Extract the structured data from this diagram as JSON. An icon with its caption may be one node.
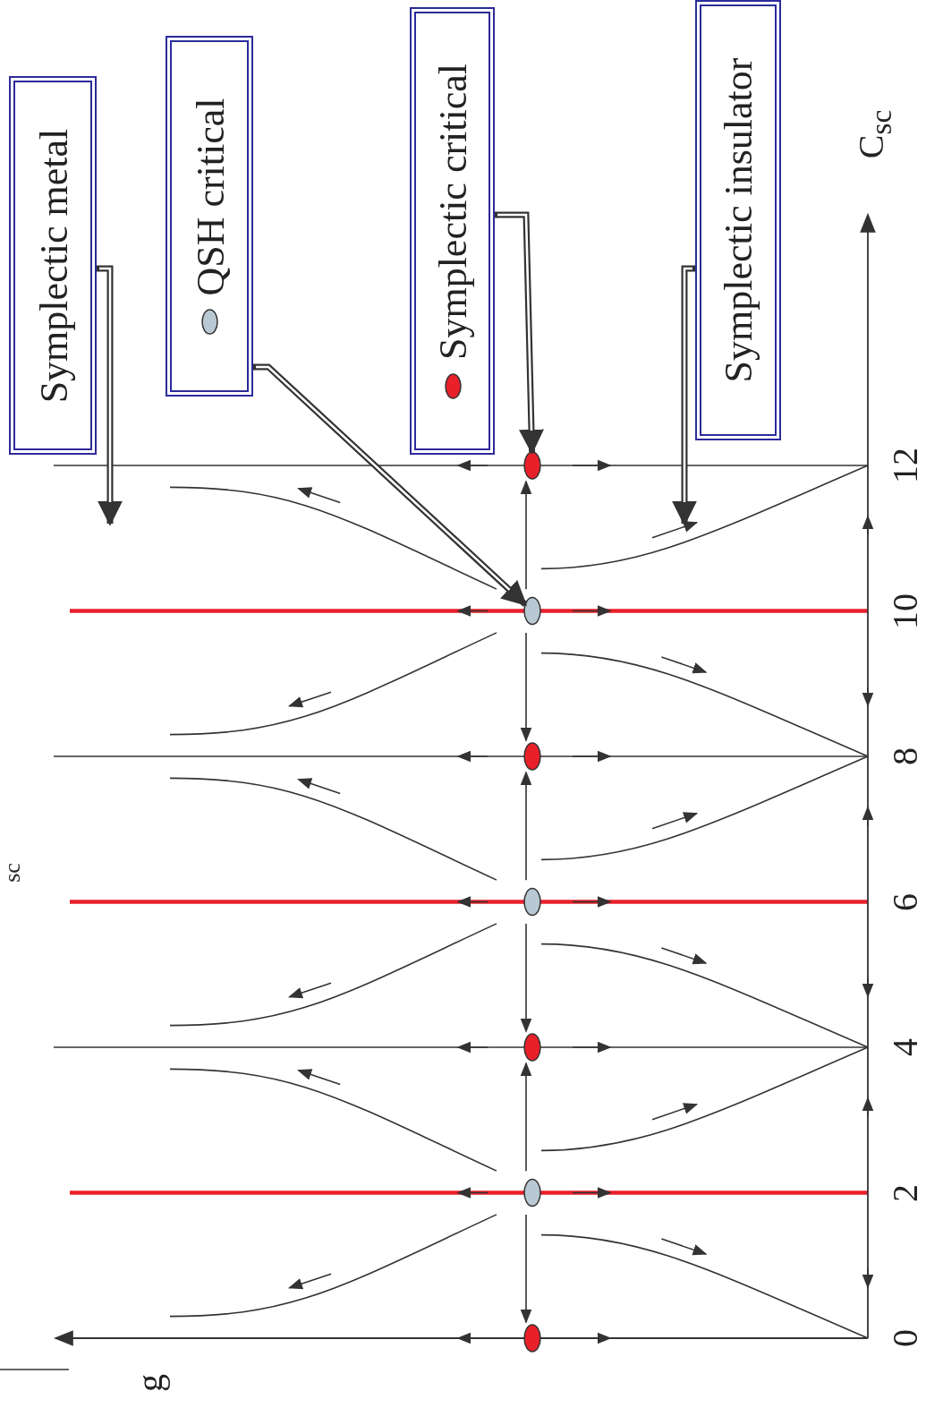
{
  "diagram": {
    "nodes": [
      {
        "text": [
          "Symplectic metal"
        ]
      },
      {
        "text": [
          "QSH critical"
        ]
      },
      {
        "text": [
          "Symplectic critical"
        ]
      },
      {
        "text": [
          "Symplectic insulator"
        ]
      },
      {
        "text": [],
        "shape": "ellipse"
      },
      {
        "text": [],
        "shape": "ellipse"
      },
      {
        "text": [],
        "shape": "ellipse"
      },
      {
        "text": [],
        "shape": "ellipse"
      },
      {
        "text": [],
        "shape": "ellipse"
      },
      {
        "text": [],
        "shape": "ellipse"
      },
      {
        "text": [],
        "shape": "ellipse"
      }
    ],
    "edges": [
      {
        "from": 0,
        "to": null,
        "arrow": "to"
      },
      {
        "from": 1,
        "to": 5,
        "arrow": "to"
      },
      {
        "from": 2,
        "to": 4,
        "arrow": "to"
      },
      {
        "from": 3,
        "to": null,
        "arrow": "to"
      }
    ],
    "labels": [
      "C$_{sc}$",
      "sc",
      "g",
      "12",
      "10",
      "8",
      "6",
      "4",
      "2",
      "0"
    ]
  }
}
